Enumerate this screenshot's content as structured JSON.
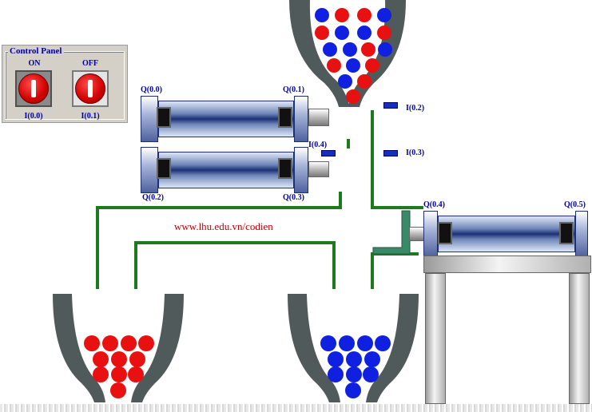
{
  "control_panel": {
    "title": "Control Panel",
    "on_label": "ON",
    "off_label": "OFF",
    "on_input": "I(0.0)",
    "off_input": "I(0.1)"
  },
  "cylinders": {
    "top_left": "Q(0.0)",
    "top_right": "Q(0.1)",
    "bottom_left": "Q(0.2)",
    "bottom_right": "Q(0.3)",
    "pusher_left": "Q(0.4)",
    "pusher_right": "Q(0.5)"
  },
  "sensors": {
    "s1": "I(0.2)",
    "s2": "I(0.3)",
    "s3": "I(0.4)"
  },
  "url_text": "www.lhu.edu.vn/codien",
  "colors": {
    "red_ball": "#e81010",
    "blue_ball": "#1020e0",
    "hopper": "#505a5a",
    "pipe": "#1f7a1f",
    "label": "#0000a0"
  }
}
